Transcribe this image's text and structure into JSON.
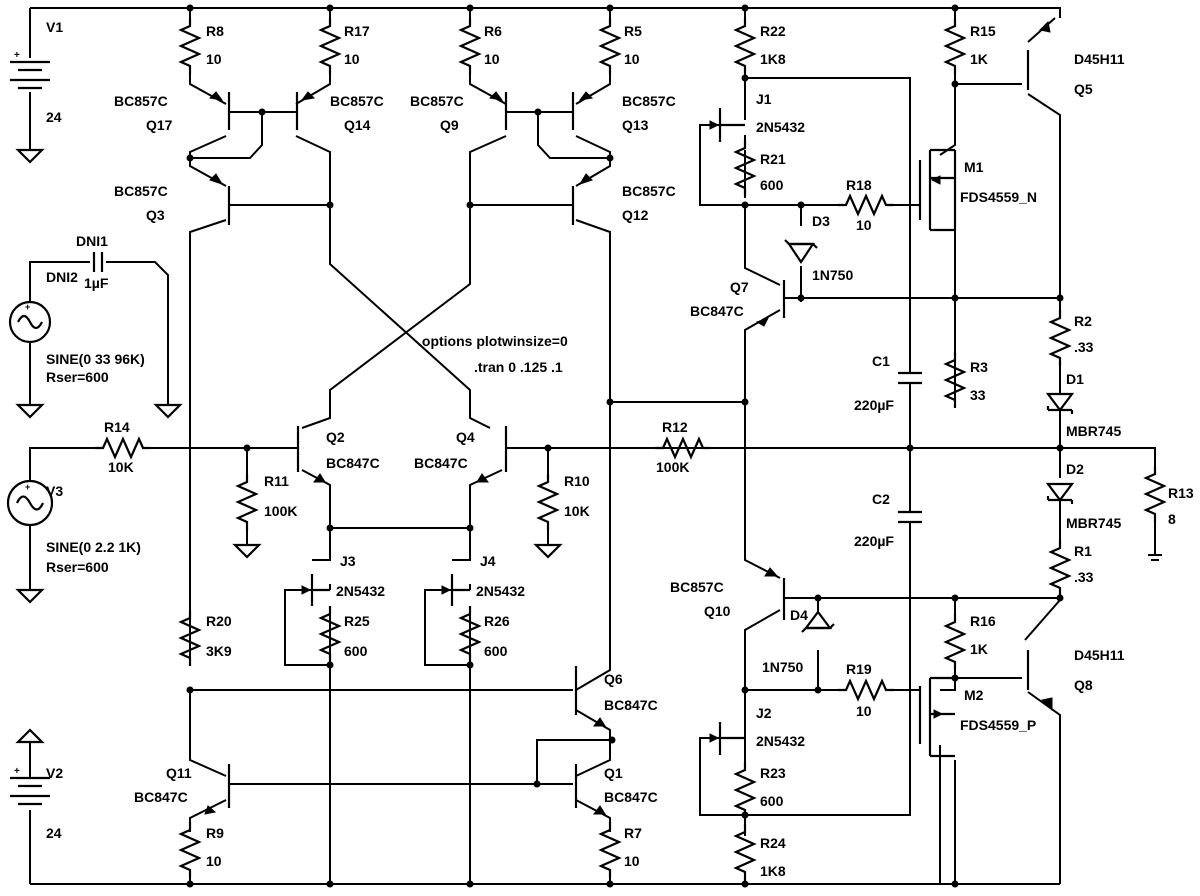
{
  "labels": {
    "v1_name": "V1",
    "v1_val": "24",
    "v2_name": "V2",
    "v2_val": "24",
    "v3_name": "V3",
    "v3_spec": "SINE(0 2.2 1K)",
    "v3_rser": "Rser=600",
    "dni2_name": "DNI2",
    "dni2_spec": "SINE(0 33 96K)",
    "dni2_rser": "Rser=600",
    "dni1_name": "DNI1",
    "dni1_val": "1µF",
    "r8": "R8",
    "r8v": "10",
    "r17": "R17",
    "r17v": "10",
    "r6": "R6",
    "r6v": "10",
    "r5": "R5",
    "r5v": "10",
    "r22": "R22",
    "r22v": "1K8",
    "r15": "R15",
    "r15v": "1K",
    "r21": "R21",
    "r21v": "600",
    "r18": "R18",
    "r18v": "10",
    "r2": "R2",
    "r2v": ".33",
    "r3": "R3",
    "r3v": "33",
    "r14": "R14",
    "r14v": "10K",
    "r11": "R11",
    "r11v": "100K",
    "r10": "R10",
    "r10v": "10K",
    "r12": "R12",
    "r12v": "100K",
    "r13": "R13",
    "r13v": "8",
    "r1": "R1",
    "r1v": ".33",
    "r16": "R16",
    "r16v": "1K",
    "r19": "R19",
    "r19v": "10",
    "r20": "R20",
    "r20v": "3K9",
    "r25": "R25",
    "r25v": "600",
    "r26": "R26",
    "r26v": "600",
    "r23": "R23",
    "r23v": "600",
    "r24": "R24",
    "r24v": "1K8",
    "r9": "R9",
    "r9v": "10",
    "r7": "R7",
    "r7v": "10",
    "q17_type": "BC857C",
    "q17": "Q17",
    "q14_type": "BC857C",
    "q14": "Q14",
    "q9_type": "BC857C",
    "q9": "Q9",
    "q13_type": "BC857C",
    "q13": "Q13",
    "q3_type": "BC857C",
    "q3": "Q3",
    "q12_type": "BC857C",
    "q12": "Q12",
    "q5_type": "D45H11",
    "q5": "Q5",
    "q8_type": "D45H11",
    "q8": "Q8",
    "q7": "Q7",
    "q7_type": "BC847C",
    "q10_type": "BC857C",
    "q10": "Q10",
    "q2": "Q2",
    "q2_type": "BC847C",
    "q4": "Q4",
    "q4_type": "BC847C",
    "q6": "Q6",
    "q6_type": "BC847C",
    "q1": "Q1",
    "q1_type": "BC847C",
    "q11": "Q11",
    "q11_type": "BC847C",
    "j1": "J1",
    "j1_type": "2N5432",
    "j2": "J2",
    "j2_type": "2N5432",
    "j3": "J3",
    "j3_type": "2N5432",
    "j4": "J4",
    "j4_type": "2N5432",
    "m1": "M1",
    "m1_type": "FDS4559_N",
    "m2": "M2",
    "m2_type": "FDS4559_P",
    "d3": "D3",
    "d3_type": "1N750",
    "d4": "D4",
    "d4_type": "1N750",
    "d1": "D1",
    "d1_type": "MBR745",
    "d2": "D2",
    "d2_type": "MBR745",
    "c1": "C1",
    "c1v": "220µF",
    "c2": "C2",
    "c2v": "220µF",
    "dir_options": ".options plotwinsize=0",
    "dir_tran": ".tran 0 .125 .1"
  }
}
